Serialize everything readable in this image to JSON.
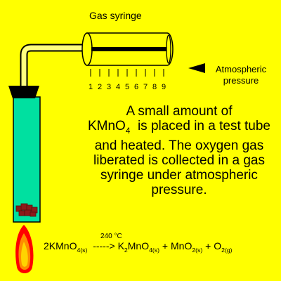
{
  "labels": {
    "gas_syringe": "Gas syringe",
    "atmospheric_pressure_line1": "Atmospheric",
    "atmospheric_pressure_line2": "pressure",
    "temperature": "240 °C"
  },
  "syringe_scale": [
    "1",
    "2",
    "3",
    "4",
    "5",
    "6",
    "7",
    "8",
    "9"
  ],
  "description": {
    "part1": "A small amount of",
    "compound_main": "KMnO",
    "compound_sub": "4",
    "part2": "is placed in a test tube and heated. The oxygen gas liberated is collected in a gas syringe under atmospheric pressure."
  },
  "equation": {
    "reactant": "2KMnO",
    "reactant_state": "4(s)",
    "arrow": "----->",
    "product1_a": "K",
    "product1_b": "2",
    "product1_c": "MnO",
    "product1_state": "4(s)",
    "plus1": "+",
    "product2": "MnO",
    "product2_state": "2(s)",
    "plus2": "+",
    "product3": "O",
    "product3_state": "2(g)"
  },
  "colors": {
    "background": "#ffff00",
    "test_tube_liquid": "#00e0a0",
    "stopper": "#000000",
    "solid_sample": "#8b1a1a",
    "flame_outer": "#ff0000",
    "flame_mid": "#ff8c00",
    "flame_inner": "#ffd400",
    "delivery_tube": "#ffff80"
  }
}
